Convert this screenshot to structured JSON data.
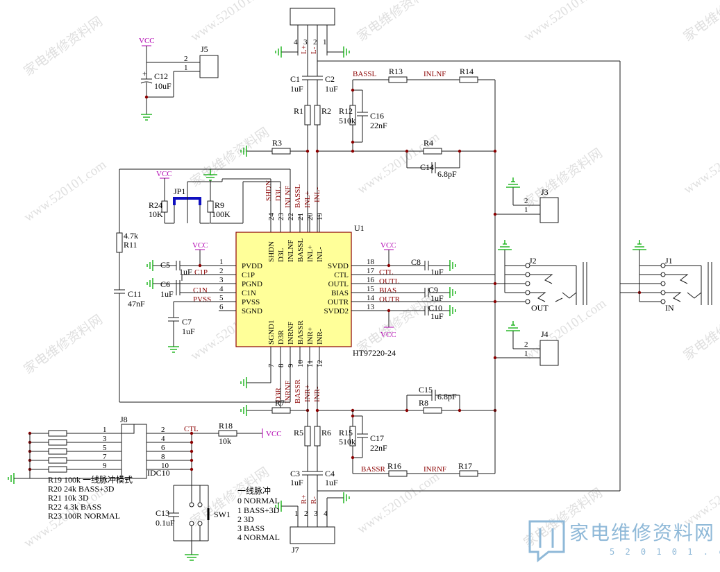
{
  "watermark": {
    "text": "家电维修资料网",
    "url": "www.520101.com"
  },
  "logo": {
    "main": "家电维修资料网",
    "sub": "5 2 0 1 0 1 . c o m"
  },
  "chip": {
    "ref": "U1",
    "part": "HT97220-24",
    "left_pins": [
      {
        "num": "1",
        "name": "PVDD"
      },
      {
        "num": "2",
        "name": "C1P"
      },
      {
        "num": "3",
        "name": "PGND"
      },
      {
        "num": "4",
        "name": "C1N"
      },
      {
        "num": "5",
        "name": "PVSS"
      },
      {
        "num": "6",
        "name": "SGND"
      }
    ],
    "right_pins": [
      {
        "num": "18",
        "name": "SVDD"
      },
      {
        "num": "17",
        "name": "CTL"
      },
      {
        "num": "16",
        "name": "OUTL"
      },
      {
        "num": "15",
        "name": "BIAS"
      },
      {
        "num": "14",
        "name": "OUTR"
      },
      {
        "num": "13",
        "name": "SVDD2"
      }
    ],
    "top_pins": [
      {
        "num": "24",
        "name": "SHDN"
      },
      {
        "num": "23",
        "name": "D3L"
      },
      {
        "num": "22",
        "name": "INLNF"
      },
      {
        "num": "21",
        "name": "BASSL"
      },
      {
        "num": "20",
        "name": "INL+"
      },
      {
        "num": "19",
        "name": "INL-"
      }
    ],
    "bottom_pins": [
      {
        "num": "7",
        "name": "SGND1"
      },
      {
        "num": "8",
        "name": "D3R"
      },
      {
        "num": "9",
        "name": "INRNF"
      },
      {
        "num": "10",
        "name": "BASSR"
      },
      {
        "num": "11",
        "name": "INR+"
      },
      {
        "num": "12",
        "name": "INR-"
      }
    ]
  },
  "nets": {
    "shdn": "SHDN",
    "d3l": "D3L",
    "inlnf": "INLNF",
    "bassl": "BASSL",
    "inlp": "INL+",
    "inlm": "INL-",
    "d3r": "D3R",
    "inrnf": "INRNF",
    "bassr": "BASSR",
    "inrp": "INR+",
    "inrm": "INR-",
    "c1p": "C1P",
    "c1n": "C1N",
    "pvss": "PVSS",
    "ctl": "CTL",
    "outl": "OUTL",
    "bias": "BIAS",
    "outr": "OUTR",
    "vcc": "VCC",
    "ctl2": "CTL",
    "bassl2": "BASSL",
    "inlnf2": "INLNF",
    "bassr2": "BASSR",
    "inrnf2": "INRNF",
    "rp": "R+",
    "rm": "R-",
    "lp": "L+",
    "lm": "L-"
  },
  "components": {
    "r1": "R1",
    "r2": "R2",
    "r3": "R3",
    "r4": "R4",
    "r5": "R5",
    "r6": "R6",
    "r7": "R7",
    "r8": "R8",
    "r9": "R9",
    "r9v": "100K",
    "r11": "R11",
    "r11v": "4.7k",
    "r12": "R12",
    "r12v": "510k",
    "r13": "R13",
    "r14": "R14",
    "r15": "R15",
    "r15v": "510k",
    "r16": "R16",
    "r17": "R17",
    "r18": "R18",
    "r18v": "10k",
    "r24": "R24",
    "r24v": "10K",
    "c1": "C1",
    "c1v": "1uF",
    "c2": "C2",
    "c2v": "1uF",
    "c3": "C3",
    "c3v": "1uF",
    "c4": "C4",
    "c4v": "1uF",
    "c5": "C5",
    "c5v": "1uF",
    "c6": "C6",
    "c6v": "1uF",
    "c7": "C7",
    "c7v": "1uF",
    "c8": "C8",
    "c8v": "1uF",
    "c9": "C9",
    "c9v": "1uF",
    "c10": "C10",
    "c10v": "1uF",
    "c11": "C11",
    "c11v": "47nF",
    "c12": "C12",
    "c12v": "10uF",
    "c13": "C13",
    "c13v": "0.1uF",
    "c14": "C14",
    "c14v": "6.8pF",
    "c15": "C15",
    "c15v": "6.8pF",
    "c16": "C16",
    "c16v": "22nF",
    "c17": "C17",
    "c17v": "22nF",
    "jp1": "JP1",
    "sw1": "SW1",
    "j1": "J1",
    "j1_pin": "IN",
    "j2": "J2",
    "j2_pin": "OUT",
    "j3": "J3",
    "j4": "J4",
    "j5": "J5",
    "j7": "J7",
    "j8": "J8",
    "j8_part": "IDC10"
  },
  "j8_pins_left": [
    "1",
    "3",
    "5",
    "7",
    "9"
  ],
  "j8_pins_right": [
    "2",
    "4",
    "6",
    "8",
    "10"
  ],
  "resistor_table": [
    "R19 100k  一线脉冲模式",
    "R20 24k   BASS+3D",
    "R21 10k   3D",
    "R22 4.3k  BASS",
    "R23 100R NORMAL"
  ],
  "mode_table": {
    "title": "一线脉冲",
    "rows": [
      "0  NORMAL",
      "1  BASS+3D",
      "2  3D",
      "3  BASS",
      "4  NORMAL"
    ]
  },
  "j7_pins": [
    "1",
    "2",
    "3",
    "4"
  ],
  "top_conn_pins": [
    "4",
    "3",
    "2",
    "1"
  ],
  "two_pin": [
    "2",
    "1"
  ]
}
